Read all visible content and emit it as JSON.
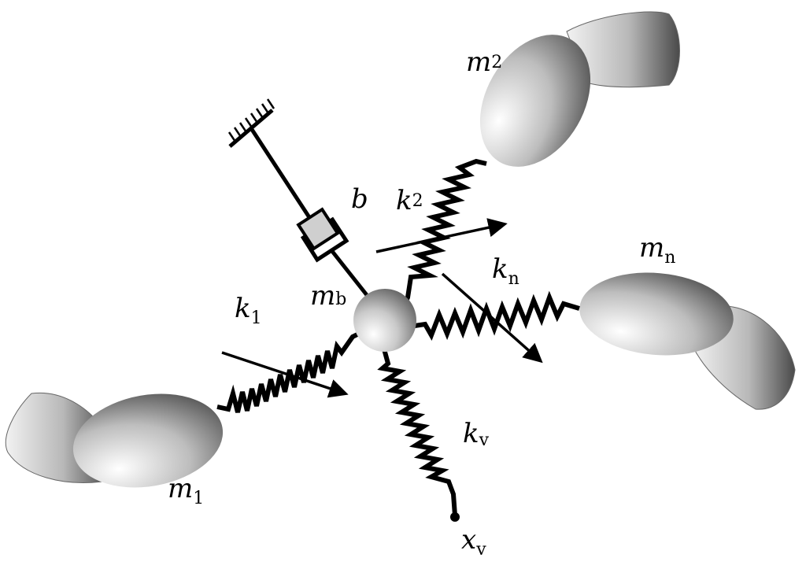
{
  "diagram": {
    "masses": {
      "m1": {
        "symbol": "m",
        "sub": "1"
      },
      "m2": {
        "symbol": "m",
        "sub": "2"
      },
      "mn": {
        "symbol": "m",
        "sub": "n"
      },
      "mb": {
        "symbol": "m",
        "sub": "b"
      }
    },
    "springs": {
      "k1": {
        "symbol": "k",
        "sub": "1"
      },
      "k2": {
        "symbol": "k",
        "sub": "2"
      },
      "kn": {
        "symbol": "k",
        "sub": "n"
      },
      "kv": {
        "symbol": "k",
        "sub": "v"
      }
    },
    "damper": {
      "symbol": "b"
    },
    "input": {
      "symbol": "x",
      "sub": "v"
    }
  }
}
